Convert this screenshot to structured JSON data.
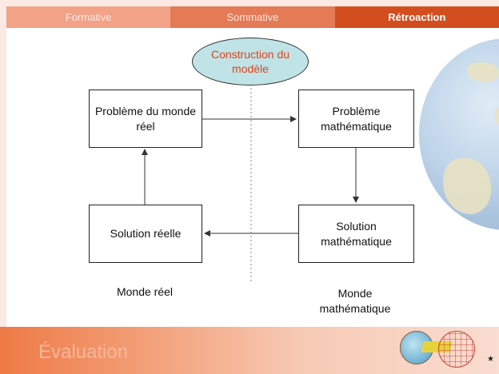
{
  "tabs": [
    "Formative",
    "Sommative",
    "Rétroaction"
  ],
  "active_tab": "Rétroaction",
  "cloud_label": "Construction du modèle",
  "boxes": {
    "real_problem": "Problème du monde réel",
    "math_problem": "Problème mathématique",
    "math_solution": "Solution mathématique",
    "real_solution": "Solution réelle"
  },
  "labels": {
    "real_world": "Monde réel",
    "math_world": "Monde mathématique"
  },
  "footer": {
    "title": "Évaluation",
    "star": "★"
  },
  "colors": {
    "tab_active": "#d24e1f",
    "tab_mid": "#e57a56",
    "tab_light": "#f2a287",
    "cloud_fill": "#bfe3e6",
    "cloud_text": "#e0441c"
  }
}
